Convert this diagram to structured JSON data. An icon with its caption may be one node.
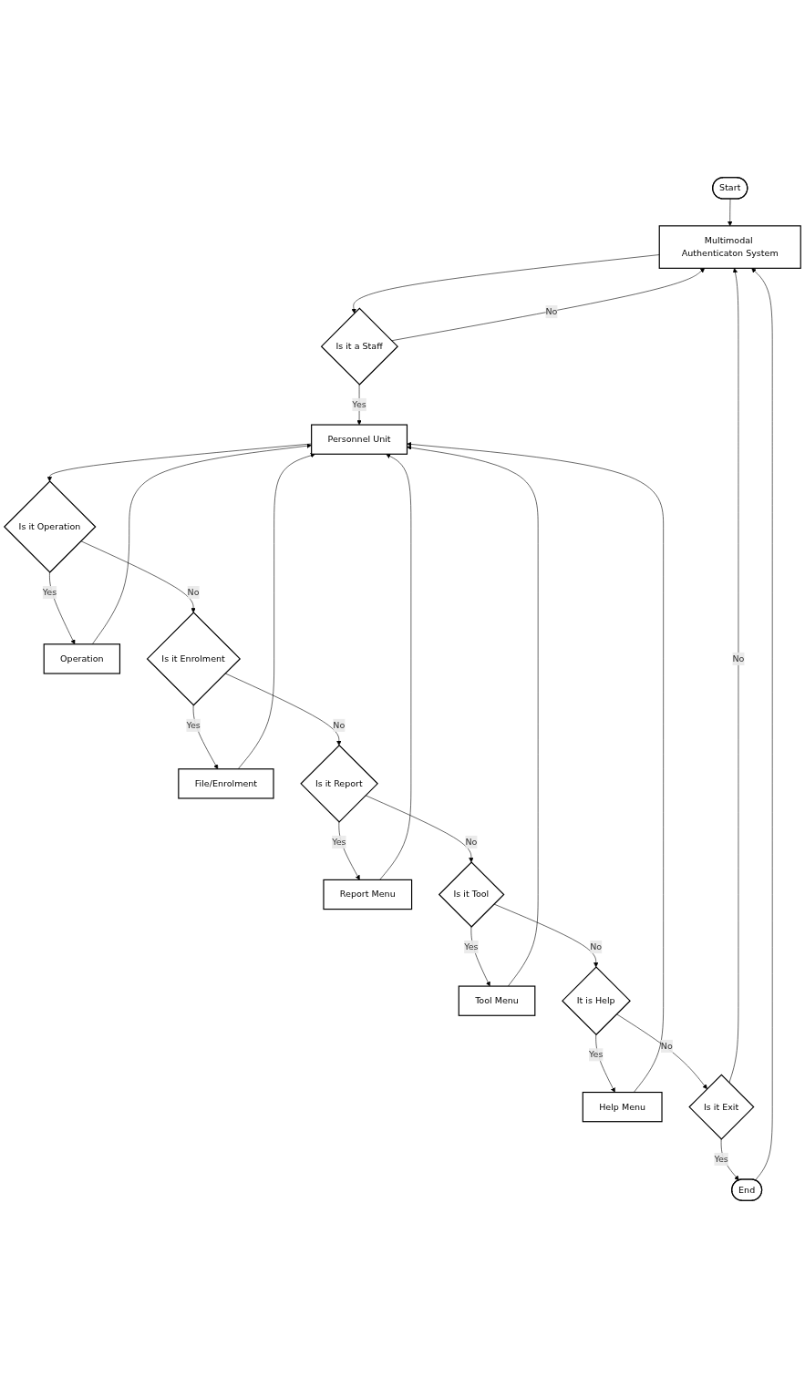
{
  "diagram": {
    "nodes": [
      {
        "text": [
          "Start"
        ]
      },
      {
        "text": [
          "Multimodal Authenticaton System"
        ]
      },
      {
        "text": [
          "Is it a Staff"
        ]
      },
      {
        "text": [
          "Personnel Unit"
        ]
      },
      {
        "text": [
          "Is it Operation"
        ]
      },
      {
        "text": [
          "Operation"
        ]
      },
      {
        "text": [
          "Is it Enrolment"
        ]
      },
      {
        "text": [
          "File/Enrolment"
        ]
      },
      {
        "text": [
          "Is it Report"
        ]
      },
      {
        "text": [
          "Report Menu"
        ]
      },
      {
        "text": [
          "Is it Tool"
        ]
      },
      {
        "text": [
          "Tool Menu"
        ]
      },
      {
        "text": [
          "It is Help"
        ]
      },
      {
        "text": [
          "Help Menu"
        ]
      },
      {
        "text": [
          "Is it Exit"
        ]
      },
      {
        "text": [
          "End"
        ]
      }
    ],
    "edges": [
      {
        "from": 0,
        "to": 1,
        "arrow": "to"
      },
      {
        "from": 1,
        "to": 2,
        "arrow": "to"
      },
      {
        "from": 2,
        "to": 1,
        "arrow": "to",
        "label": "No"
      },
      {
        "from": 2,
        "to": 3,
        "arrow": "to",
        "label": "Yes"
      },
      {
        "from": 3,
        "to": 4,
        "arrow": "to"
      },
      {
        "from": 4,
        "to": 5,
        "arrow": "to",
        "label": "Yes"
      },
      {
        "from": 4,
        "to": 6,
        "arrow": "to",
        "label": "No"
      },
      {
        "from": 5,
        "to": 3,
        "arrow": "to"
      },
      {
        "from": 6,
        "to": 7,
        "arrow": "to",
        "label": "Yes"
      },
      {
        "from": 6,
        "to": 8,
        "arrow": "to",
        "label": "No"
      },
      {
        "from": 7,
        "to": 3,
        "arrow": "to"
      },
      {
        "from": 8,
        "to": 9,
        "arrow": "to",
        "label": "Yes"
      },
      {
        "from": 8,
        "to": 10,
        "arrow": "to",
        "label": "No"
      },
      {
        "from": 9,
        "to": 3,
        "arrow": "to"
      },
      {
        "from": 10,
        "to": 11,
        "arrow": "to",
        "label": "Yes"
      },
      {
        "from": 10,
        "to": 12,
        "arrow": "to",
        "label": "No"
      },
      {
        "from": 11,
        "to": 3,
        "arrow": "to"
      },
      {
        "from": 12,
        "to": 13,
        "arrow": "to",
        "label": "Yes"
      },
      {
        "from": 12,
        "to": 14,
        "arrow": "to",
        "label": "No"
      },
      {
        "from": 13,
        "to": 3,
        "arrow": "to"
      },
      {
        "from": 14,
        "to": 1,
        "arrow": "to",
        "label": "No"
      },
      {
        "from": 14,
        "to": 15,
        "arrow": "to",
        "label": "Yes"
      },
      {
        "from": 15,
        "to": 1,
        "arrow": "to"
      }
    ]
  }
}
